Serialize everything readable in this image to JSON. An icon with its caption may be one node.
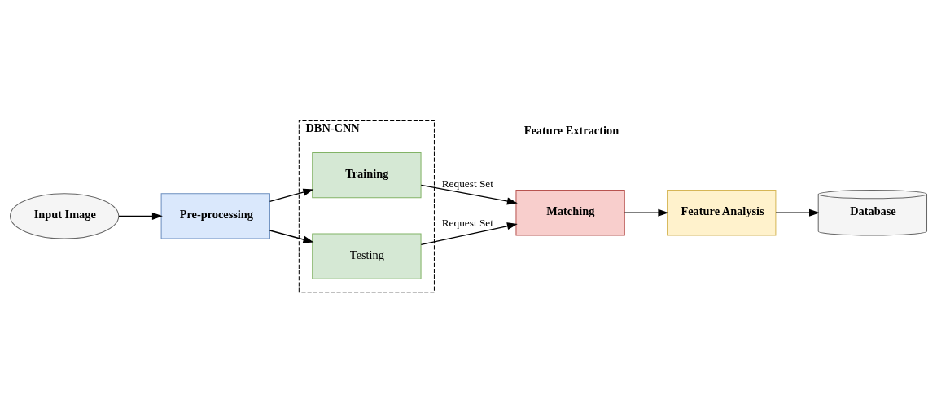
{
  "diagram": {
    "nodes": [
      {
        "text": [
          "Input Image"
        ]
      },
      {
        "text": [
          "Pre-processing"
        ]
      },
      {
        "text": [
          "DBN-CNN"
        ]
      },
      {
        "text": [
          "Training"
        ],
        "in": 2
      },
      {
        "text": [
          "Testing"
        ],
        "in": 2
      },
      {
        "text": [
          "Database"
        ]
      },
      {
        "text": [
          "Feature Analysis"
        ]
      },
      {
        "text": [
          "Matching"
        ]
      }
    ],
    "edges": [
      {
        "from": 0,
        "to": 1,
        "arrow": "to"
      },
      {
        "from": 1,
        "to": 3,
        "arrow": "to"
      },
      {
        "from": 1,
        "to": 4,
        "arrow": "to"
      },
      {
        "from": 3,
        "to": 7,
        "arrow": "to",
        "label": "Request Set"
      },
      {
        "from": 4,
        "to": 7,
        "arrow": "to",
        "label": "Request Set"
      },
      {
        "from": 7,
        "to": 6,
        "arrow": "to"
      },
      {
        "from": 6,
        "to": 5,
        "arrow": "to"
      }
    ],
    "labels": [
      "Feature Extraction"
    ]
  }
}
